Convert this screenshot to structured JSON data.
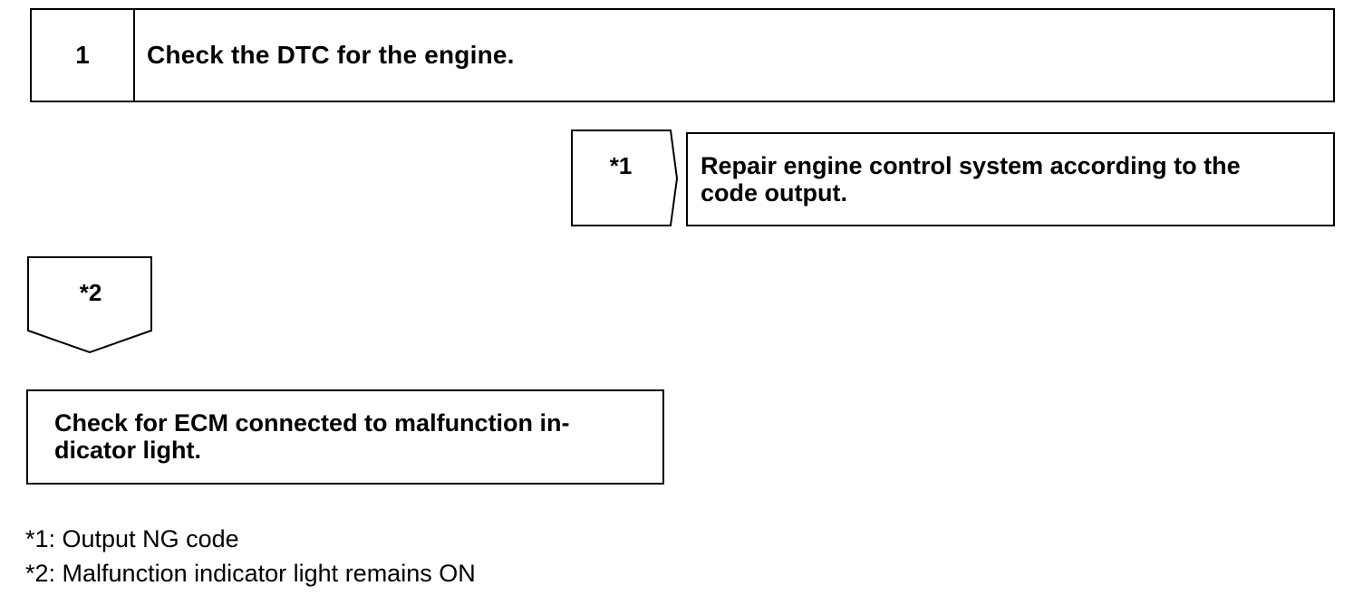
{
  "step": {
    "number": "1",
    "title": "Check the DTC for the engine."
  },
  "branch_right": {
    "marker": "*1",
    "result_line1": "Repair engine control system according to the",
    "result_line2": "code output."
  },
  "branch_down": {
    "marker": "*2",
    "action_line1": "Check for ECM connected to malfunction in-",
    "action_line2": "dicator light."
  },
  "notes": [
    "*1: Output NG code",
    "*2: Malfunction indicator light remains ON"
  ]
}
